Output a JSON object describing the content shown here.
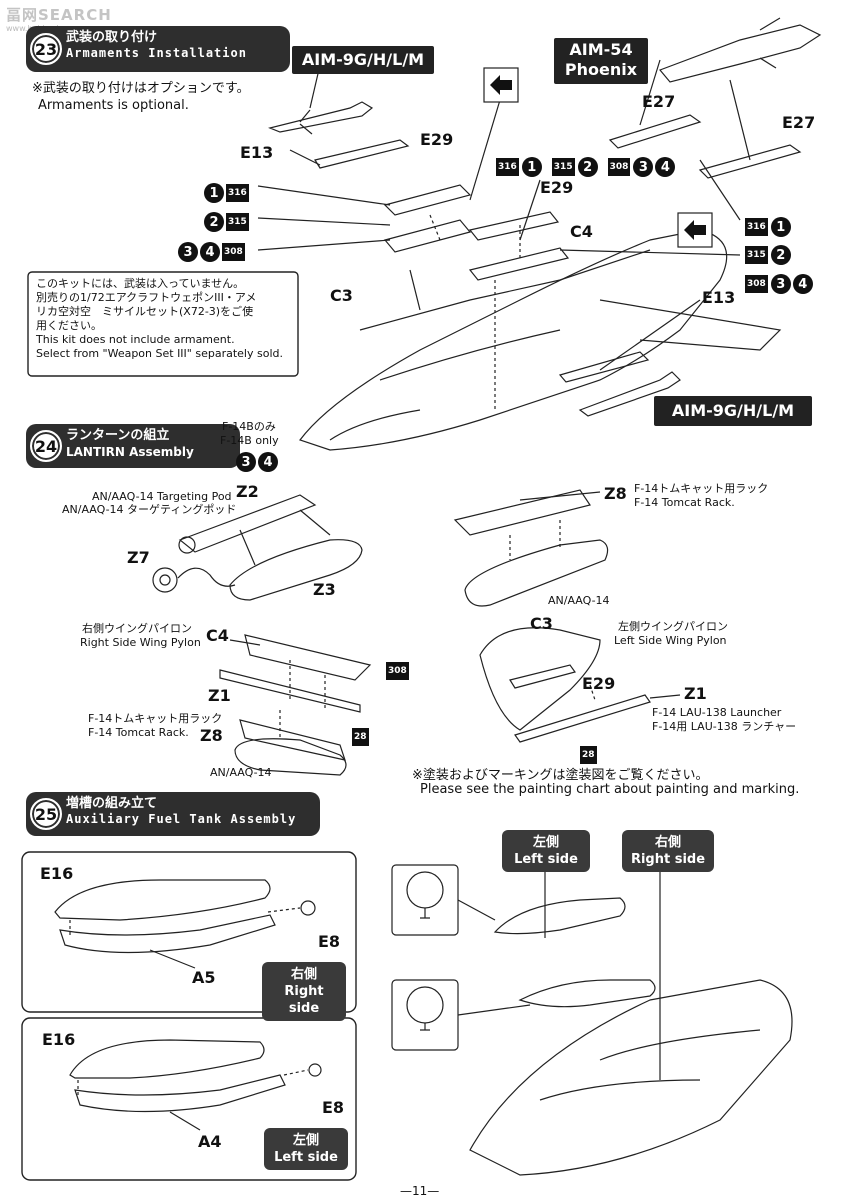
{
  "watermark": {
    "text": "畐网SEARCH",
    "sub": "www.hobbyshop.com"
  },
  "s23": {
    "num": "23",
    "title_jp": "武装の取り付け",
    "title_en": "Armaments Installation",
    "note_jp": "※武装の取り付けはオプションです。",
    "note_en": "Armaments is optional.",
    "aim9_top": "AIM-9G/H/L/M",
    "aim9_bottom": "AIM-9G/H/L/M",
    "aim54_line1": "AIM-54",
    "aim54_line2": "Phoenix",
    "parts": {
      "E13a": "E13",
      "E29a": "E29",
      "E27a": "E27",
      "E27b": "E27",
      "E29b": "E29",
      "C4": "C4",
      "C3": "C3",
      "E13b": "E13"
    },
    "paint_codes": {
      "p316": "316",
      "p315": "315",
      "p308": "308"
    },
    "variants": {
      "v1": "1",
      "v2": "2",
      "v3": "3",
      "v4": "4"
    },
    "notice_jp1": "このキットには、武装は入っていません。",
    "notice_jp2": "別売りの1/72エアクラフトウェポンIII・アメ",
    "notice_jp3": "リカ空対空　ミサイルセット(X72-3)をご使",
    "notice_jp4": "用ください。",
    "notice_en1": "This kit does not include armament.",
    "notice_en2": "Select from \"Weapon Set III\" separately sold."
  },
  "s24": {
    "num": "24",
    "title_jp": "ランターンの組立",
    "title_en": "LANTIRN Assembly",
    "only_jp": "F-14Bのみ",
    "only_en": "F-14B only",
    "targeting_en": "AN/AAQ-14 Targeting Pod",
    "targeting_jp": "AN/AAQ-14 ターゲティングポッド",
    "Z2": "Z2",
    "Z7": "Z7",
    "Z3": "Z3",
    "Z8a": "Z8",
    "Z8b": "Z8",
    "rack_jp": "F-14トムキャット用ラック",
    "rack_en": "F-14 Tomcat Rack.",
    "aaq14a": "AN/AAQ-14",
    "aaq14b": "AN/AAQ-14",
    "right_pylon_jp": "右側ウイングパイロン",
    "right_pylon_en": "Right Side Wing Pylon",
    "left_pylon_jp": "左側ウイングパイロン",
    "left_pylon_en": "Left Side Wing Pylon",
    "C4": "C4",
    "C3": "C3",
    "Z1a": "Z1",
    "Z1b": "Z1",
    "E29": "E29",
    "p308": "308",
    "p28a": "28",
    "p28b": "28",
    "rack2_jp": "F-14トムキャット用ラック",
    "rack2_en": "F-14 Tomcat Rack.",
    "launcher_en": "F-14 LAU-138 Launcher",
    "launcher_jp": "F-14用 LAU-138 ランチャー",
    "paint_note_jp": "※塗装およびマーキングは塗装図をご覧ください。",
    "paint_note_en": "Please see the painting chart about painting and marking."
  },
  "s25": {
    "num": "25",
    "title_jp": "増槽の組み立て",
    "title_en": "Auxiliary Fuel Tank Assembly",
    "E16a": "E16",
    "E8a": "E8",
    "A5": "A5",
    "right_jp": "右側",
    "right_en": "Right side",
    "E16b": "E16",
    "E8b": "E8",
    "A4": "A4",
    "left_jp": "左側",
    "left_en": "Left side",
    "tag_left_jp": "左側",
    "tag_left_en": "Left side",
    "tag_right_jp": "右側",
    "tag_right_en": "Right side"
  },
  "footer": {
    "page": "—11—"
  }
}
